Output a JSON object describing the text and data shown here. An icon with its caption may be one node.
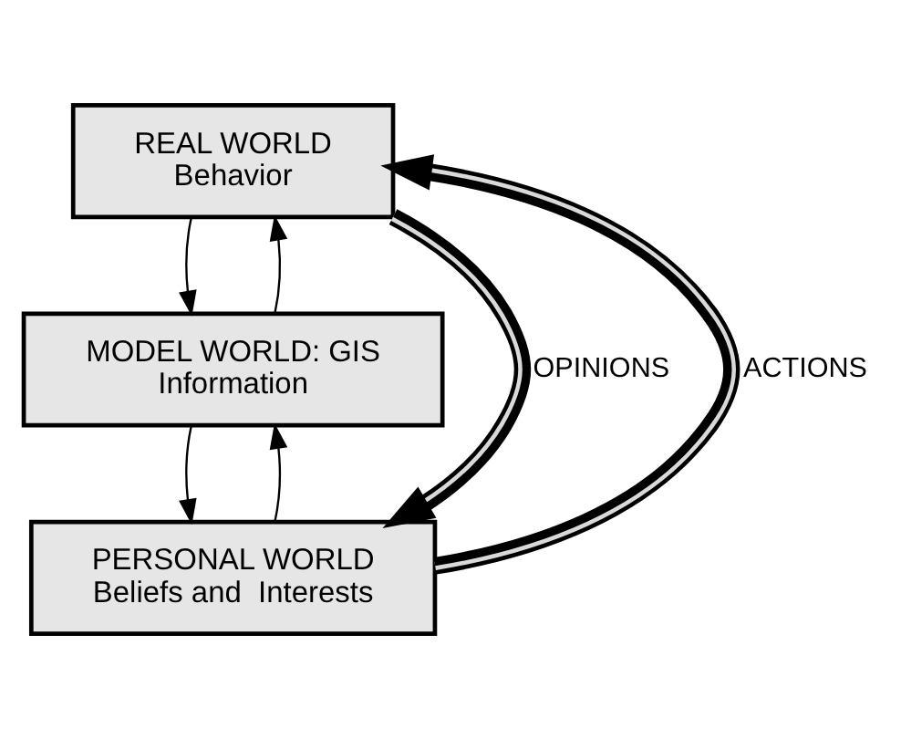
{
  "diagram": {
    "nodes": [
      {
        "text": [
          "REAL WORLD",
          "Behavior"
        ]
      },
      {
        "text": [
          "MODEL WORLD: GIS",
          "Information"
        ]
      },
      {
        "text": [
          "PERSONAL WORLD",
          "Beliefs and  Interests"
        ]
      }
    ],
    "edges": [
      {
        "from": 0,
        "to": 2,
        "arrow": "to",
        "label": "OPINIONS",
        "style": "thick"
      },
      {
        "from": 2,
        "to": 0,
        "arrow": "to",
        "label": "ACTIONS",
        "style": "thick"
      },
      {
        "from": 0,
        "to": 1,
        "arrow": "to"
      },
      {
        "from": 1,
        "to": 0,
        "arrow": "to"
      },
      {
        "from": 1,
        "to": 2,
        "arrow": "to"
      },
      {
        "from": 2,
        "to": 1,
        "arrow": "to"
      }
    ]
  }
}
